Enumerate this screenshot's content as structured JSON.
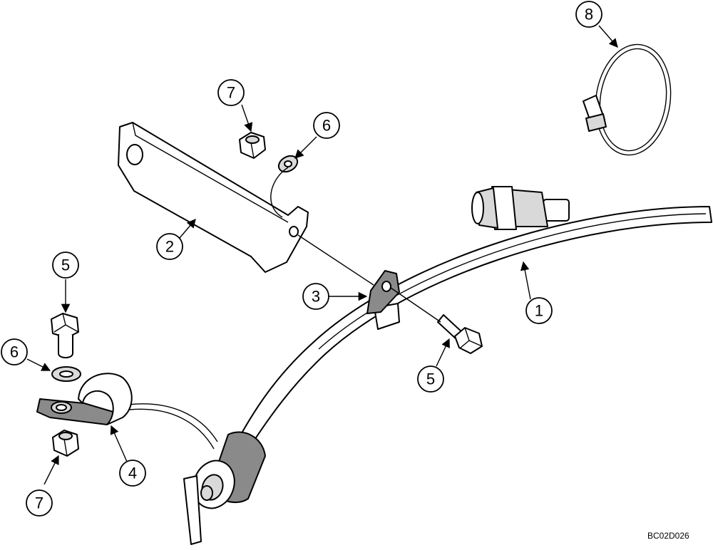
{
  "callouts": {
    "c1": "1",
    "c2": "2",
    "c3": "3",
    "c4": "4",
    "c5a": "5",
    "c5b": "5",
    "c6a": "6",
    "c6b": "6",
    "c7a": "7",
    "c7b": "7",
    "c8": "8"
  },
  "drawing_code": "BC02D026"
}
